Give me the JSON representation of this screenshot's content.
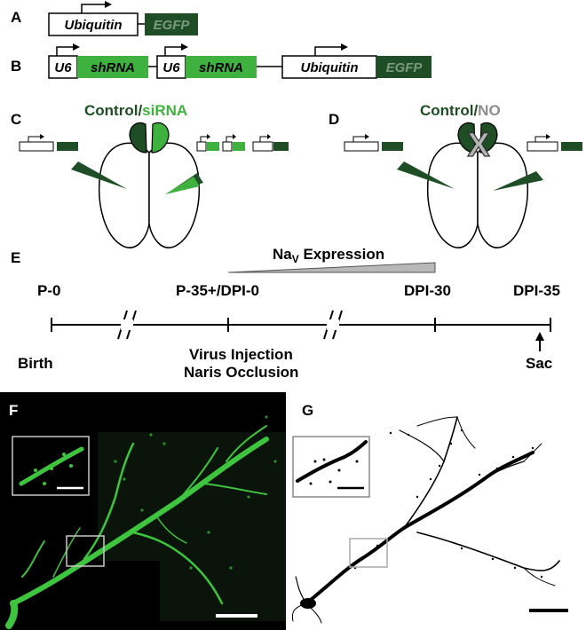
{
  "panels": {
    "A": "A",
    "B": "B",
    "C": "C",
    "D": "D",
    "E": "E",
    "F": "F",
    "G": "G"
  },
  "constructs": {
    "ubiquitin": "Ubiquitin",
    "egfp": "EGFP",
    "u6": "U6",
    "shrna": "shRNA"
  },
  "conditions": {
    "c_control": "Control",
    "c_slash": "/",
    "c_sirna": "siRNA",
    "d_control": "Control",
    "d_slash": "/",
    "d_no": "NO",
    "occlusion_mark": "X"
  },
  "timeline": {
    "nav_expression": "Na",
    "nav_sub": "V",
    "nav_rest": " Expression",
    "time_points": [
      "P-0",
      "P-35+/DPI-0",
      "DPI-30",
      "DPI-35"
    ],
    "events": [
      "Birth",
      "Virus Injection",
      "Naris Occlusion",
      "Sac"
    ]
  },
  "colors": {
    "dark_green": "#1e4d26",
    "bright_green": "#3fb13f",
    "gray": "#8c8c8c",
    "micro_green": "#3ec43e"
  }
}
